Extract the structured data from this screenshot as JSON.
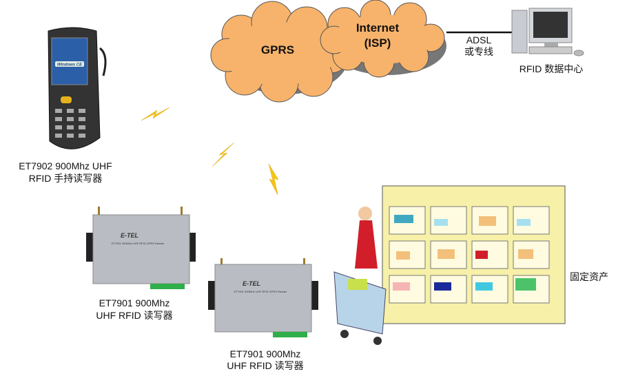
{
  "clouds": {
    "gprs": "GPRS",
    "internet_line1": "Internet",
    "internet_line2": "(ISP)"
  },
  "link": {
    "line1": "ADSL",
    "line2": "或专线"
  },
  "datacenter": {
    "label": "RFID 数据中心"
  },
  "handheld": {
    "line1": "ET7902 900Mhz  UHF",
    "line2": "RFID 手持读写器",
    "brand": "Windows CE"
  },
  "reader1": {
    "line1": "ET7901 900Mhz",
    "line2": "UHF RFID 读写器",
    "brand": "E-TEL",
    "model": "ET7901 900MHz UHF RFID GPRS Reader"
  },
  "reader2": {
    "line1": "ET7901 900Mhz",
    "line2": "UHF RFID 读写器",
    "brand": "E-TEL",
    "model": "ET7901 900MHz UHF RFID GPRS Reader"
  },
  "assets": {
    "label": "固定资产"
  },
  "colors": {
    "cloud": "#f7b36b",
    "lightning": "#f5c518",
    "device": "#b9bdc3",
    "shelf": "#f7f0a8",
    "terminal": "#2fae4a"
  }
}
